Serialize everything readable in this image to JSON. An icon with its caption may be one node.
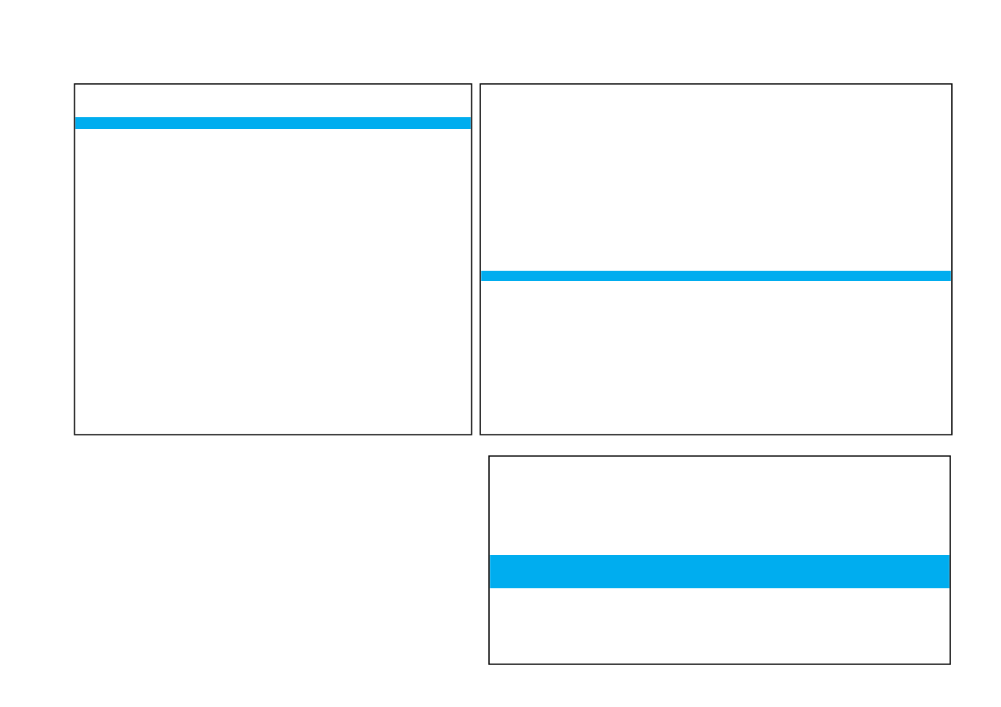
{
  "diagram": {
    "nodes": [
      {
        "text": [],
        "shape": "box"
      },
      {
        "text": [],
        "shape": "bar",
        "in": 0
      },
      {
        "text": [],
        "shape": "box"
      },
      {
        "text": [],
        "shape": "bar",
        "in": 2
      },
      {
        "text": [],
        "shape": "box"
      },
      {
        "text": [],
        "shape": "bar",
        "in": 4
      }
    ]
  }
}
